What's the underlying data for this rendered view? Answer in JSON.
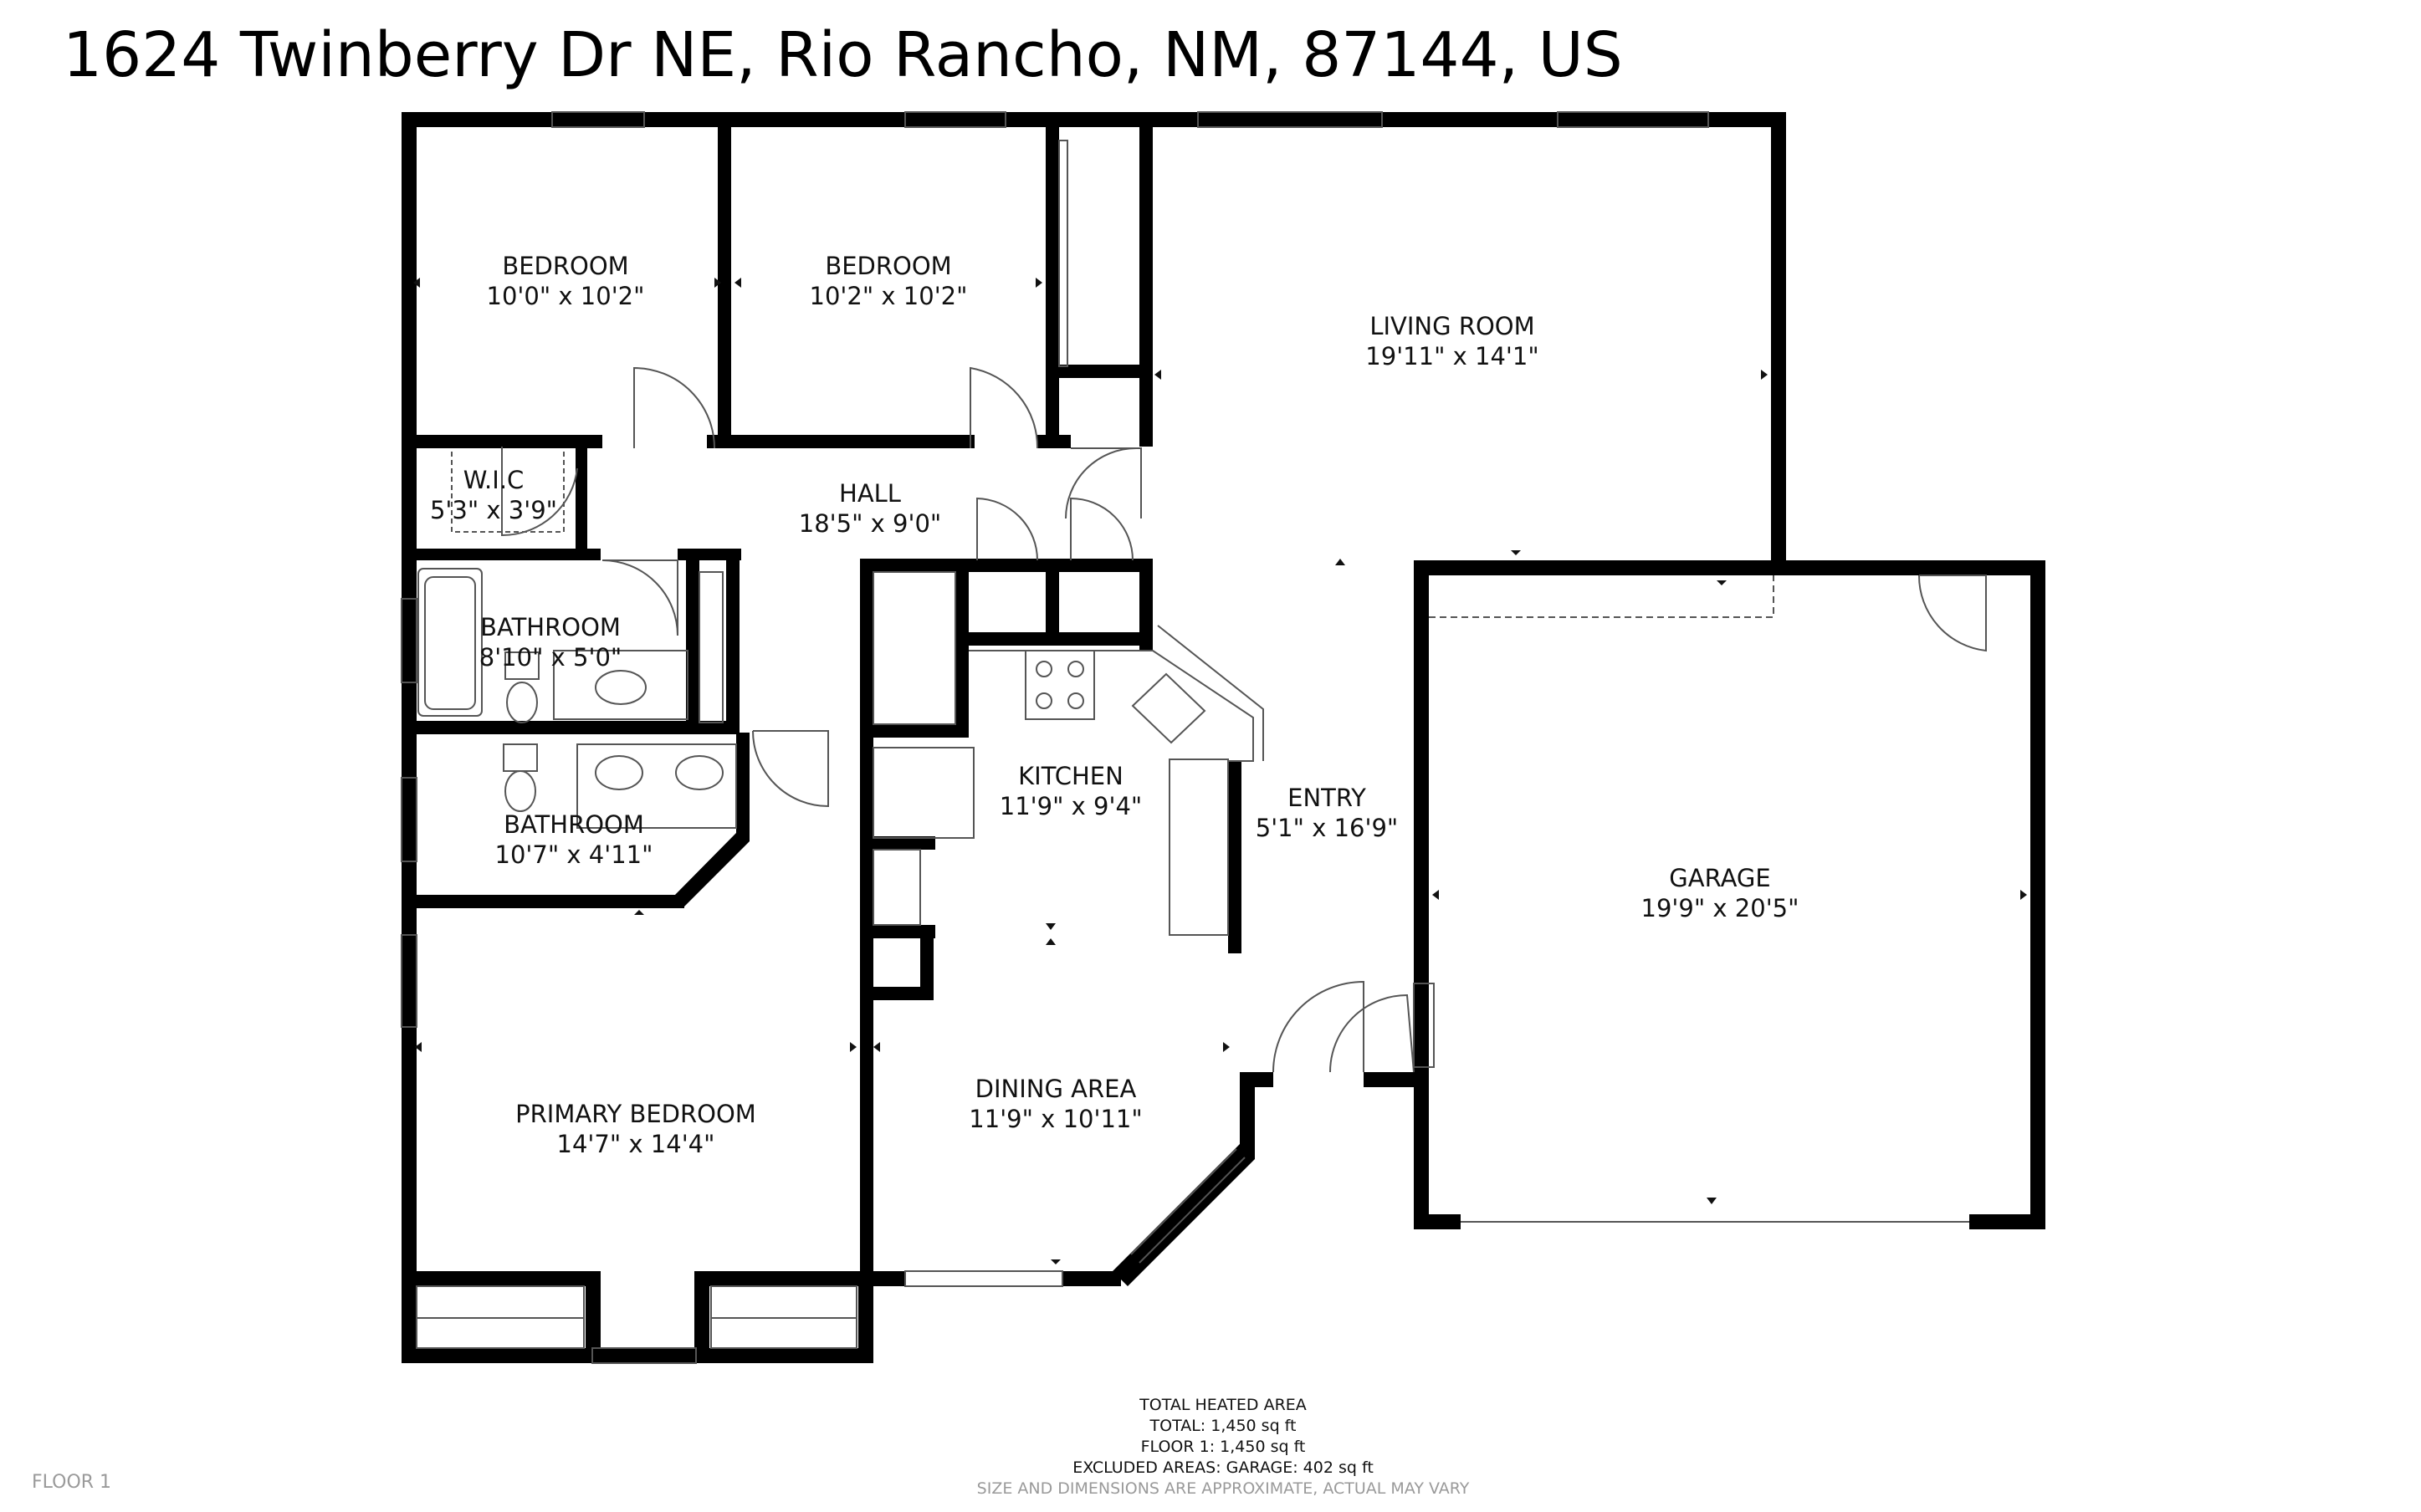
{
  "address": "1624 Twinberry Dr NE, Rio Rancho, NM, 87144, US",
  "rooms": [
    {
      "key": "bedroom_1",
      "name": "BEDROOM",
      "dims": "10'0\" x 10'2\""
    },
    {
      "key": "bedroom_2",
      "name": "BEDROOM",
      "dims": "10'2\" x 10'2\""
    },
    {
      "key": "living_room",
      "name": "LIVING ROOM",
      "dims": "19'11\" x 14'1\""
    },
    {
      "key": "wic",
      "name": "W.I.C",
      "dims": "5'3\" x 3'9\""
    },
    {
      "key": "hall",
      "name": "HALL",
      "dims": "18'5\" x 9'0\""
    },
    {
      "key": "bathroom_1",
      "name": "BATHROOM",
      "dims": "8'10\" x 5'0\""
    },
    {
      "key": "kitchen",
      "name": "KITCHEN",
      "dims": "11'9\" x 9'4\""
    },
    {
      "key": "entry",
      "name": "ENTRY",
      "dims": "5'1\" x 16'9\""
    },
    {
      "key": "bathroom_2",
      "name": "BATHROOM",
      "dims": "10'7\" x 4'11\""
    },
    {
      "key": "garage",
      "name": "GARAGE",
      "dims": "19'9\" x 20'5\""
    },
    {
      "key": "primary_bedroom",
      "name": "PRIMARY BEDROOM",
      "dims": "14'7\" x 14'4\""
    },
    {
      "key": "dining_area",
      "name": "DINING AREA",
      "dims": "11'9\" x 10'11\""
    }
  ],
  "summary": {
    "heading": "TOTAL HEATED AREA",
    "total": "TOTAL: 1,450 sq ft",
    "floor1": "FLOOR 1: 1,450 sq ft",
    "excluded": "EXCLUDED AREAS: GARAGE: 402 sq ft",
    "disclaimer": "SIZE AND DIMENSIONS ARE APPROXIMATE, ACTUAL MAY VARY"
  },
  "floor_label": "FLOOR 1",
  "colors": {
    "wall": "#000000",
    "fixture": "#555555",
    "background": "#ffffff"
  }
}
